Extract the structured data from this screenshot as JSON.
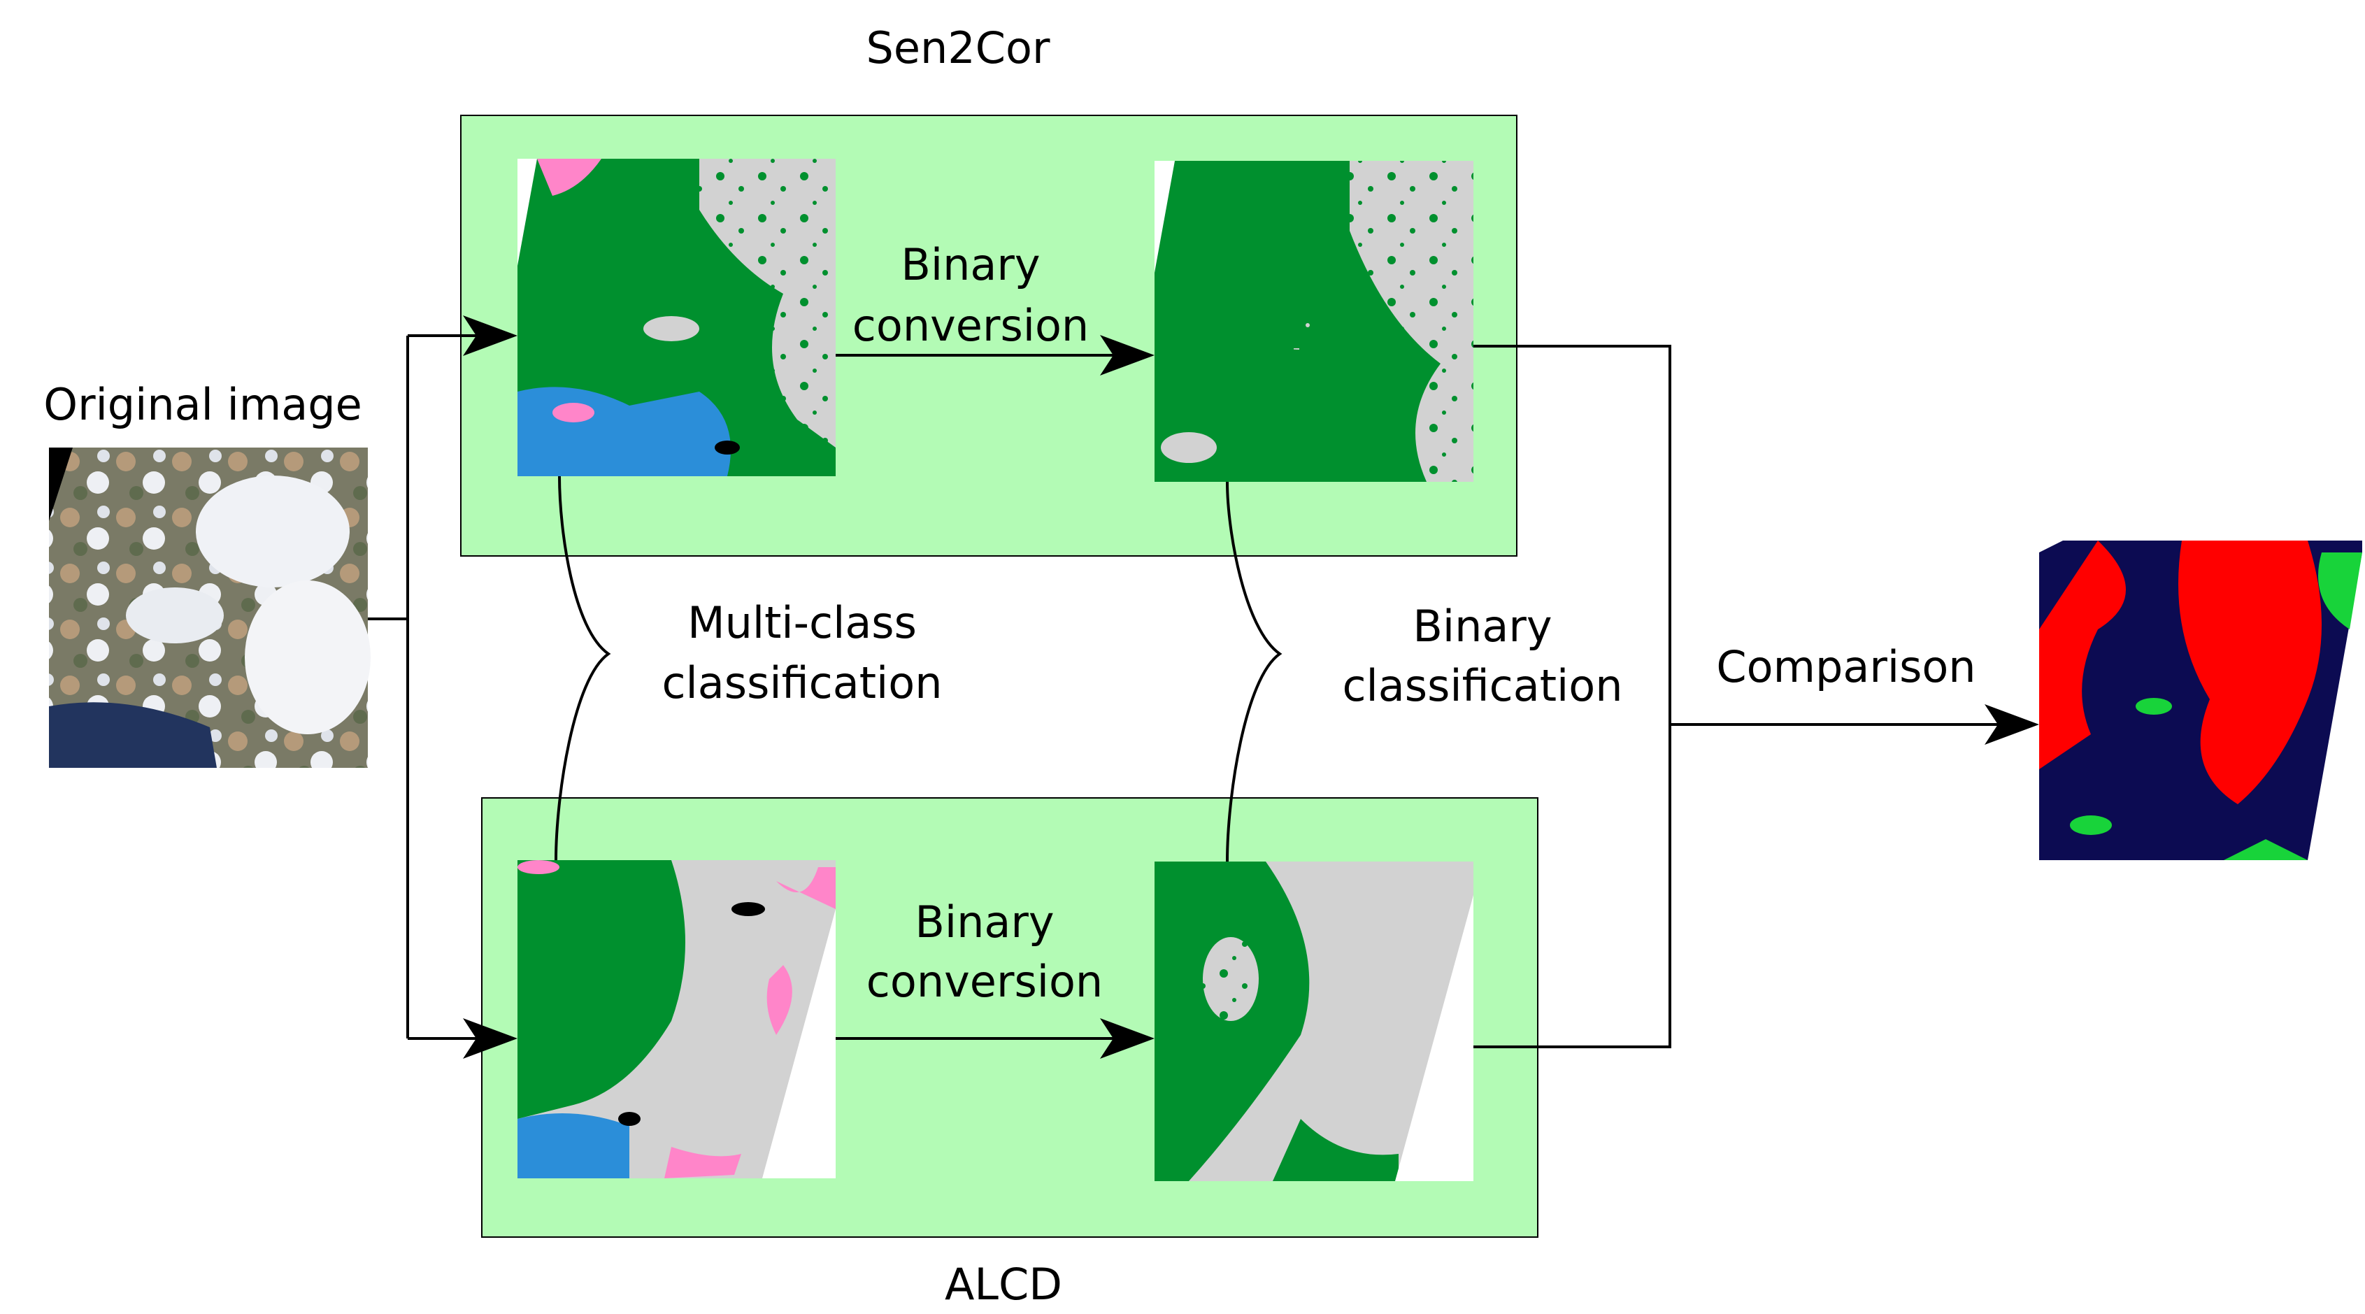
{
  "labels": {
    "sen2cor": "Sen2Cor",
    "alcd": "ALCD",
    "original_image": "Original image",
    "binary_conversion_top": [
      "Binary",
      "conversion"
    ],
    "binary_conversion_bottom": [
      "Binary",
      "conversion"
    ],
    "multi_class_classification": [
      "Multi-class",
      "classification"
    ],
    "binary_classification": [
      "Binary",
      "classification"
    ],
    "comparison": "Comparison"
  },
  "colors": {
    "panel_fill": "#b3fbb5",
    "vegetation": "#00902e",
    "cloud_gray": "#d2d2d2",
    "water_blue": "#2b8ed9",
    "snow_pink": "#ff85c9",
    "shadow_black": "#000000",
    "comparison_navy": "#0c0b52",
    "comparison_red": "#ff0000",
    "comparison_green": "#18d33a"
  },
  "images": [
    {
      "name": "original-image",
      "depicts": "satellite RGB scene"
    },
    {
      "name": "sen2cor-multiclass-map",
      "depicts": "Sen2Cor multi-class classification map"
    },
    {
      "name": "sen2cor-binary-map",
      "depicts": "Sen2Cor binary cloud mask"
    },
    {
      "name": "alcd-multiclass-map",
      "depicts": "ALCD multi-class classification map"
    },
    {
      "name": "alcd-binary-map",
      "depicts": "ALCD binary cloud mask"
    },
    {
      "name": "comparison-map",
      "depicts": "comparison map of both masks"
    }
  ]
}
